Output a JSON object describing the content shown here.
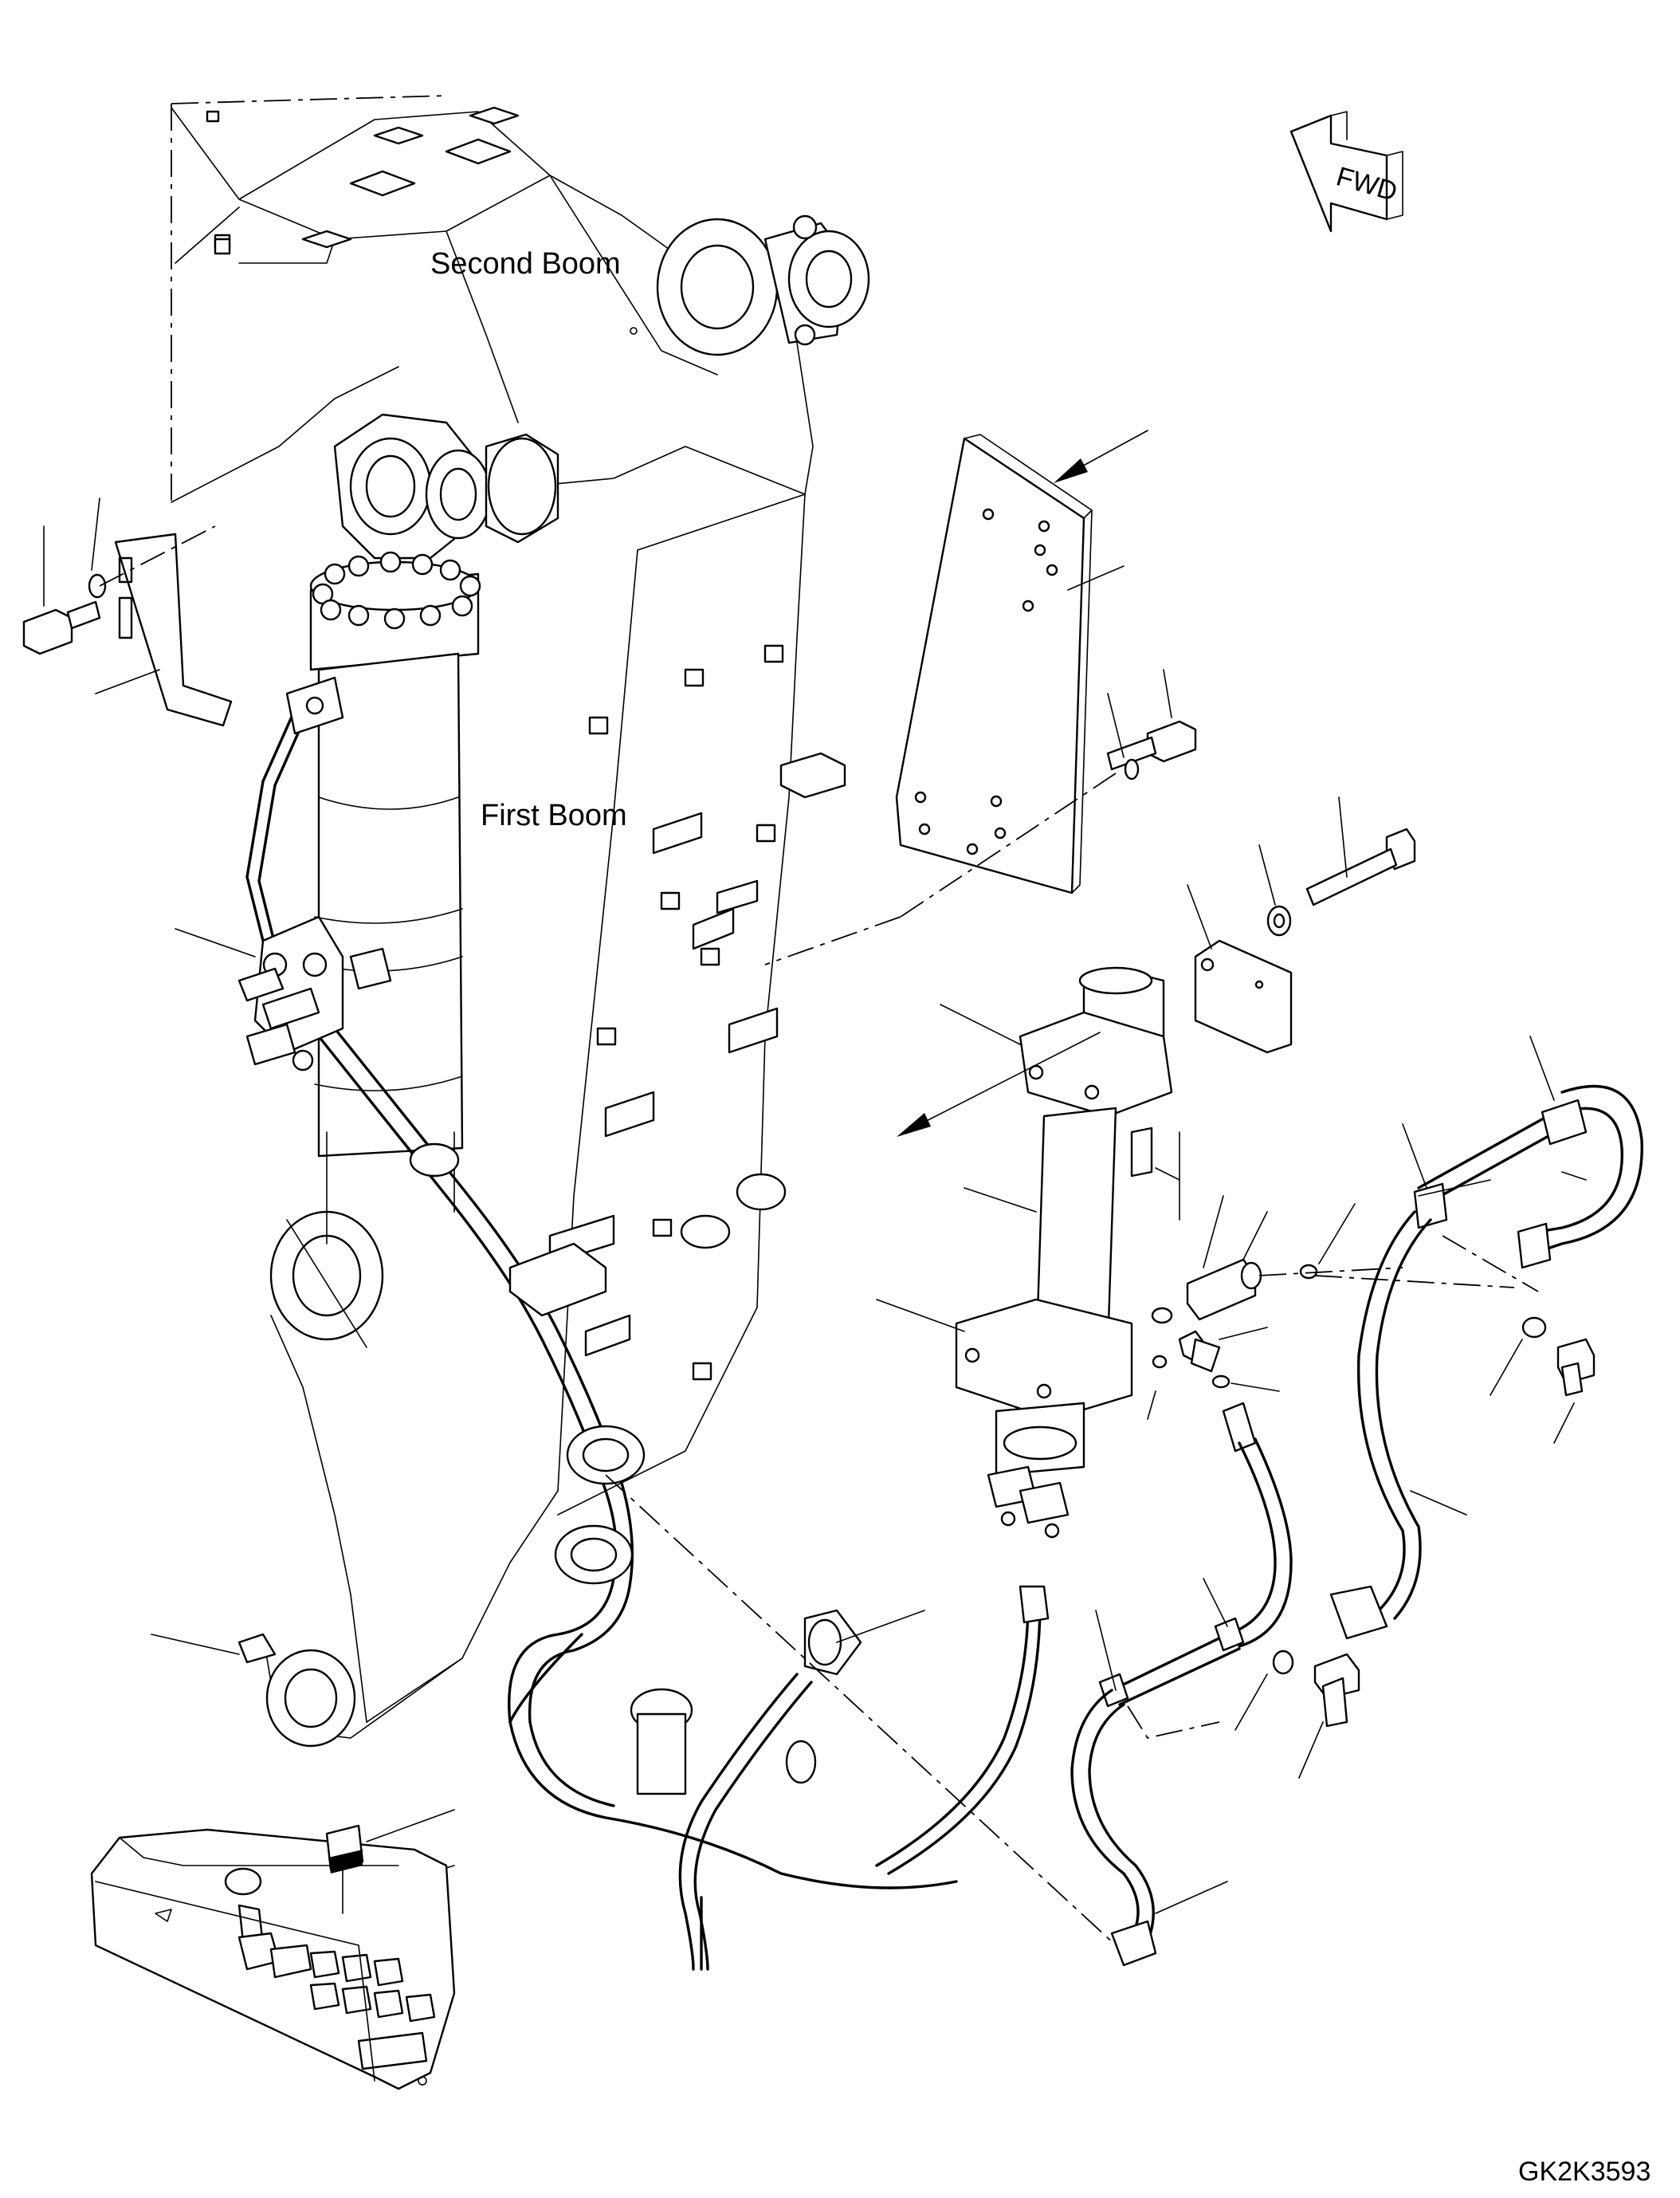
{
  "labels": {
    "second_boom": "Second Boom",
    "first_boom": "First Boom",
    "fwd": "FWD",
    "drawing_code": "GK2K3593"
  }
}
